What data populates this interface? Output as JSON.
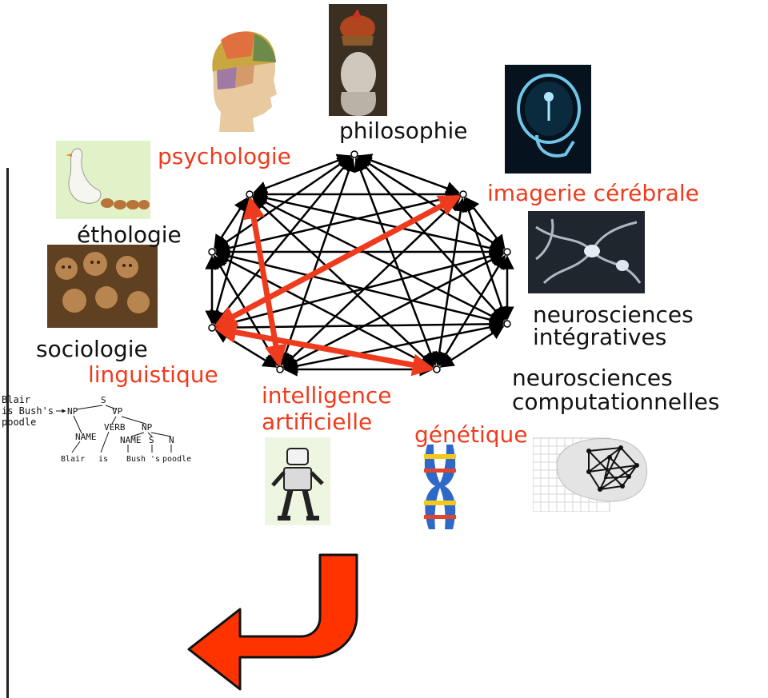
{
  "labels": {
    "philosophie": "philosophie",
    "psychologie": "psychologie",
    "imagerie": "imagerie cérébrale",
    "ethologie": "éthologie",
    "neuro_int_1": "neurosciences",
    "neuro_int_2": "intégratives",
    "sociologie": "sociologie",
    "linguistique": "linguistique",
    "neuro_comp_1": "neurosciences",
    "neuro_comp_2": "computationnelles",
    "ia_1": "intelligence",
    "ia_2": "artificielle",
    "genetique": "génétique"
  },
  "tree": {
    "sentence": [
      "Blair",
      "is Bush's",
      "poodle"
    ],
    "nodes": {
      "s": "S",
      "np": "NP",
      "vp": "VP",
      "name": "NAME",
      "verb": "VERB",
      "np2": "NP",
      "name2": "NAME",
      "s2": "S",
      "n": "N"
    },
    "leaves": [
      "Blair",
      "is",
      "Bush",
      "'s",
      "poodle"
    ]
  },
  "colors": {
    "highlight": "#ef3b1d",
    "edge": "#000000",
    "arrow_fill": "#ff3300"
  }
}
